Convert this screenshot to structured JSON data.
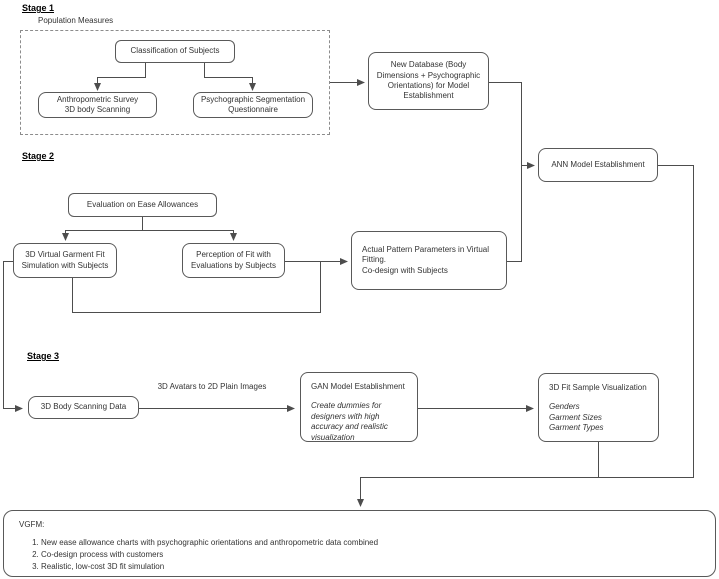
{
  "colors": {
    "line_stroke": "#4d4d4d",
    "box_border": "#595959",
    "text": "#333333",
    "background": "#ffffff"
  },
  "stage1": {
    "label": "Stage 1",
    "group_label": "Population Measures",
    "nodes": {
      "classification": "Classification of Subjects",
      "anthropometric": "Anthropometric Survey\n3D body Scanning",
      "psychographic": "Psychographic Segmentation\nQuestionnaire",
      "new_database": "New Database (Body\nDimensions + Psychographic\nOrientations) for Model\nEstablishment",
      "ann": "ANN Model Establishment"
    }
  },
  "stage2": {
    "label": "Stage 2",
    "nodes": {
      "evaluation": "Evaluation on Ease Allowances",
      "virtual_fit": "3D Virtual Garment Fit\nSimulation with Subjects",
      "perception": "Perception of Fit with\nEvaluations by Subjects",
      "actual_pattern": "Actual Pattern Parameters in Virtual\nFitting.\nCo-design with Subjects"
    }
  },
  "stage3": {
    "label": "Stage 3",
    "arrow_label": "3D Avatars to 2D Plain Images",
    "nodes": {
      "body_scanning": "3D Body Scanning Data",
      "gan_title": "GAN Model Establishment",
      "gan_body": "Create dummies for\ndesigners with high\naccuracy and realistic\nvisualization",
      "fit_sample_title": "3D Fit Sample Visualization",
      "fit_sample_body": "Genders\nGarment Sizes\nGarment Types"
    }
  },
  "vgfm": {
    "title": "VGFM:",
    "items": [
      "New ease allowance charts with psychographic orientations and anthropometric data combined",
      "Co-design process with customers",
      "Realistic, low-cost 3D fit simulation"
    ]
  }
}
